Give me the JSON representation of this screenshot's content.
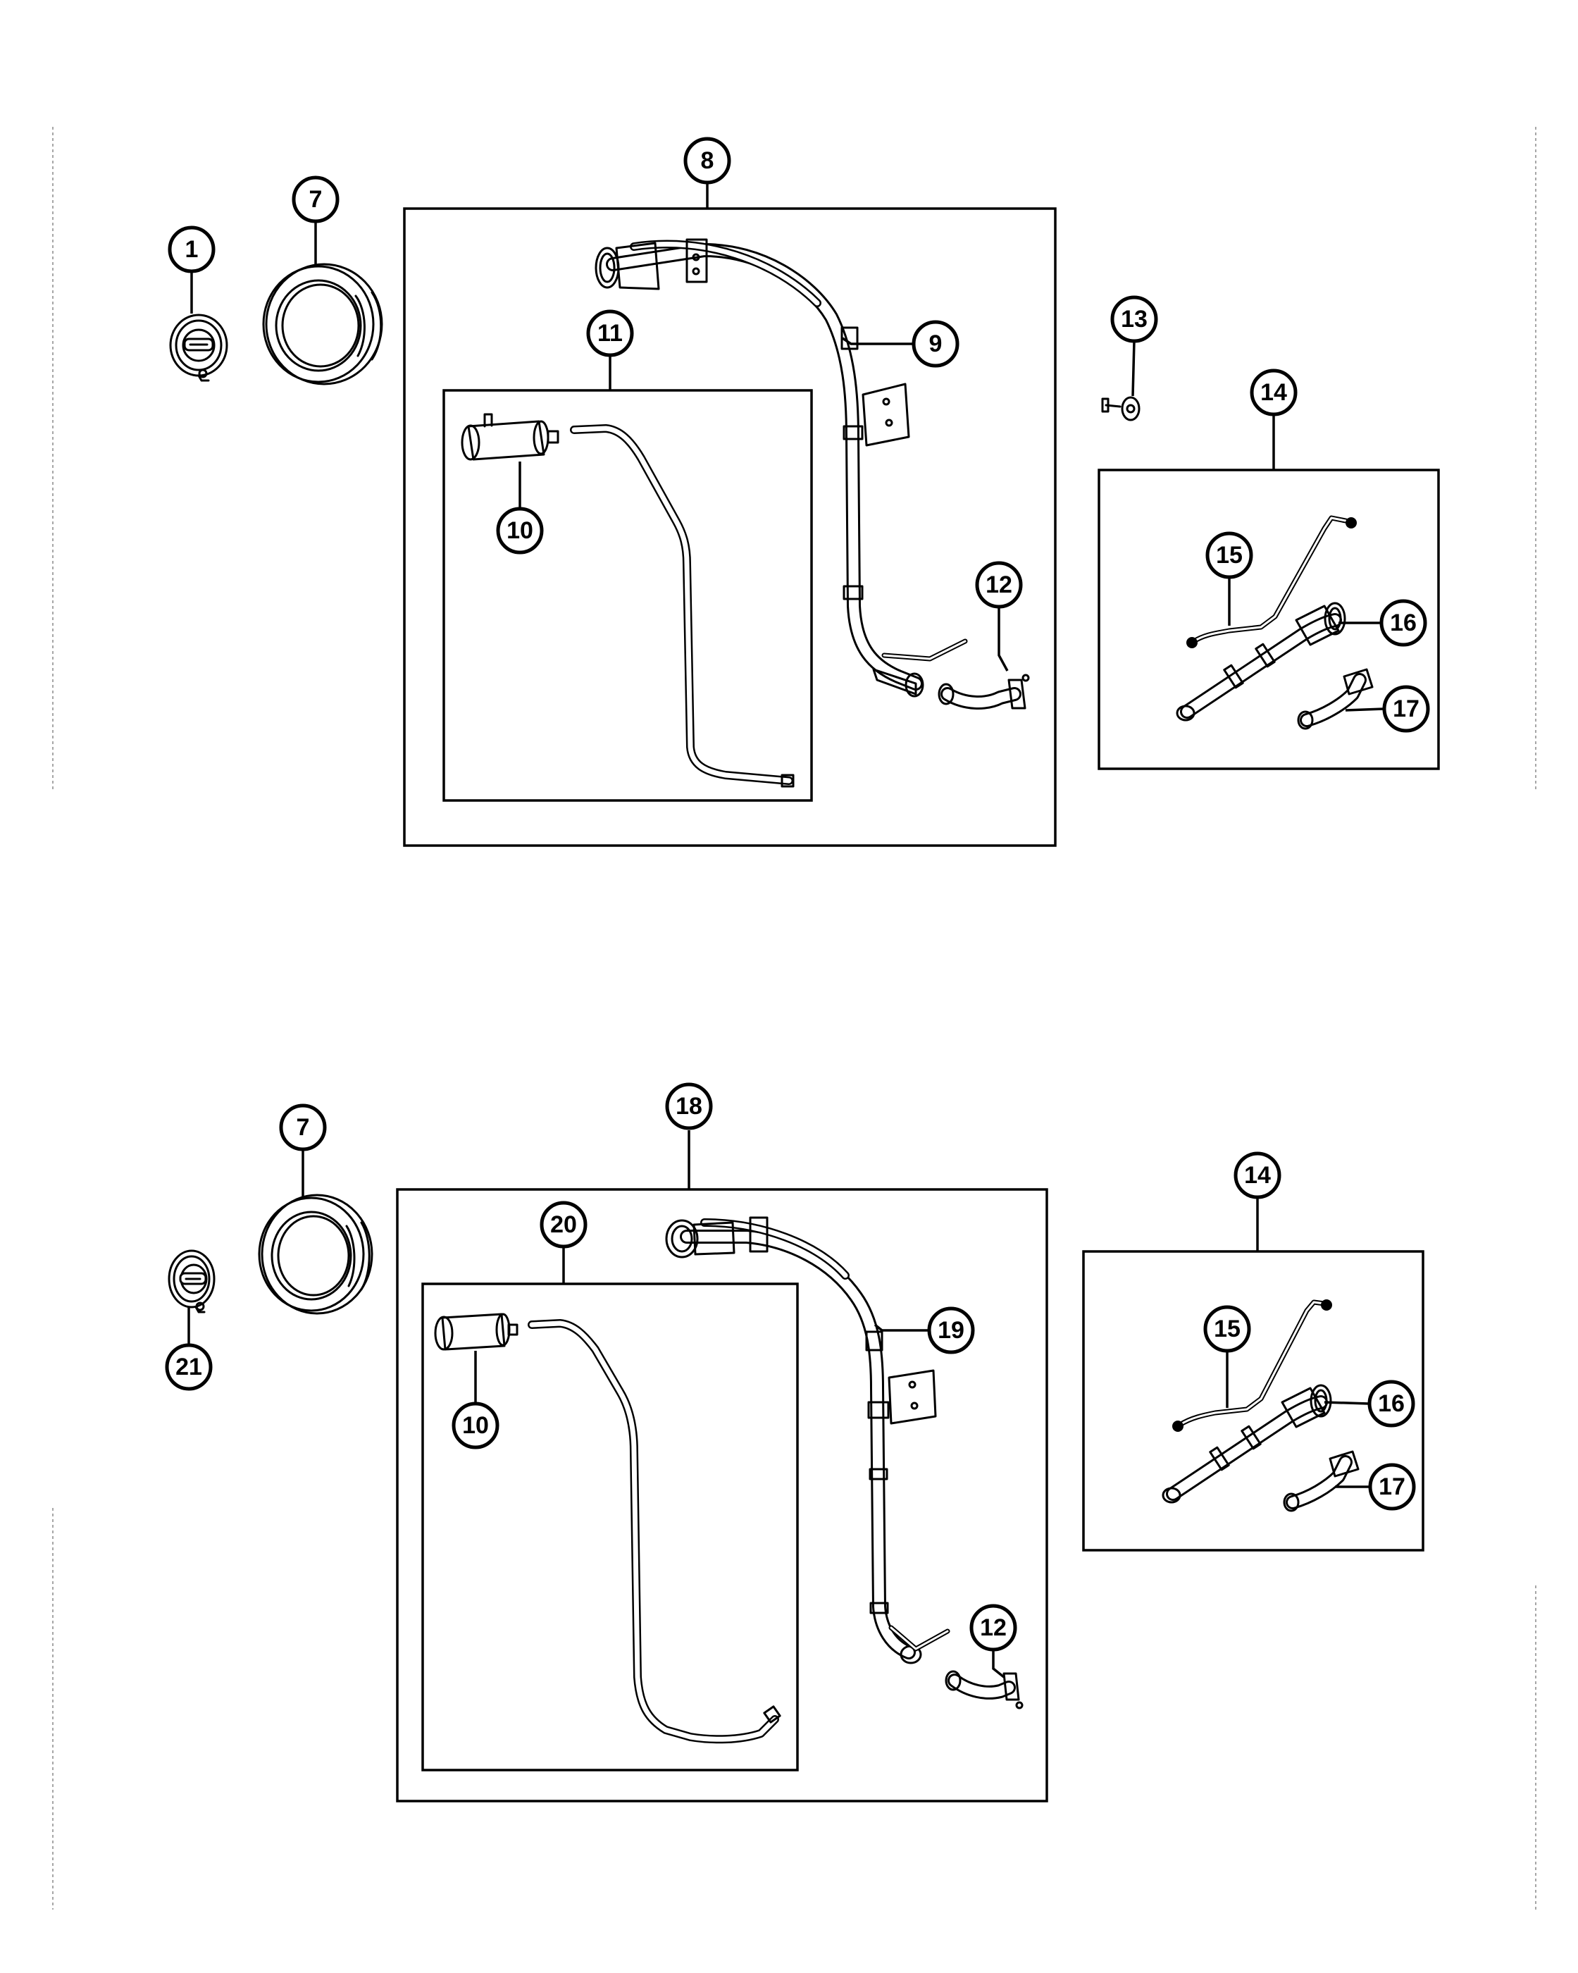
{
  "diagram": {
    "callouts": {
      "c1": "1",
      "c7a": "7",
      "c8": "8",
      "c9": "9",
      "c10a": "10",
      "c11": "11",
      "c12a": "12",
      "c13": "13",
      "c14a": "14",
      "c15a": "15",
      "c16a": "16",
      "c17a": "17",
      "c7b": "7",
      "c18": "18",
      "c19": "19",
      "c20": "20",
      "c10b": "10",
      "c21": "21",
      "c12b": "12",
      "c14b": "14",
      "c15b": "15",
      "c16b": "16",
      "c17b": "17"
    },
    "line_color": "#000000",
    "background": "#ffffff"
  }
}
